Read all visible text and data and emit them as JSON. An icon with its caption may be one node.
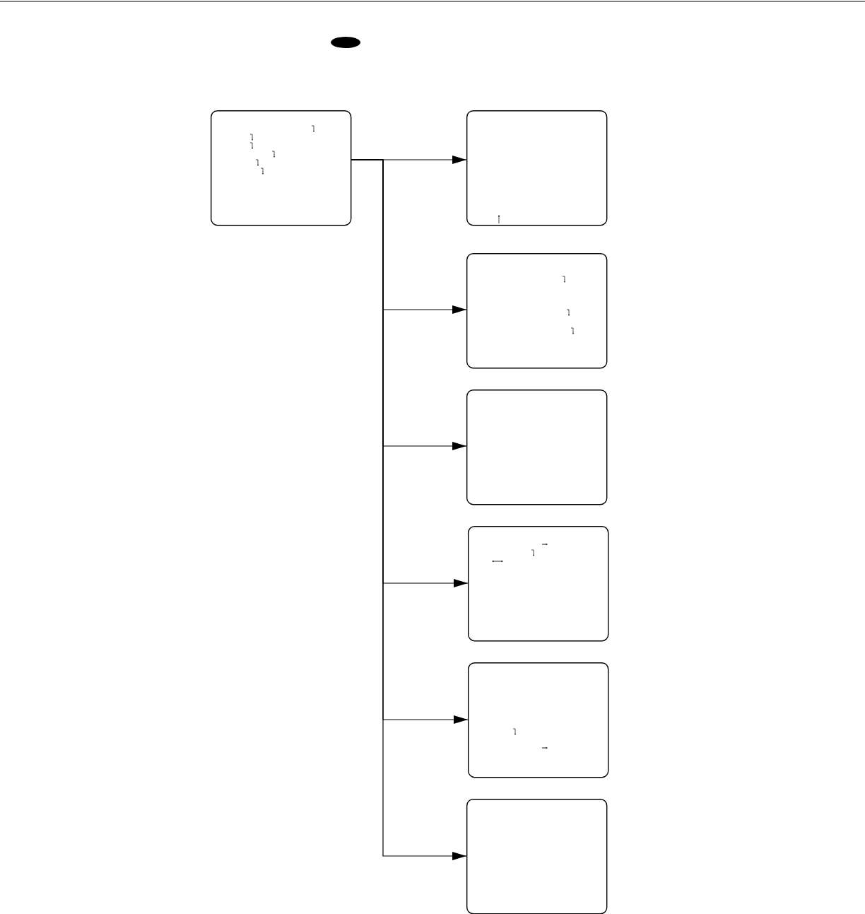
{
  "diagram": {
    "nodes": [
      {
        "text": [],
        "shape": "box"
      },
      {
        "text": [],
        "shape": "box"
      },
      {
        "text": [],
        "shape": "box"
      },
      {
        "text": [],
        "shape": "box"
      },
      {
        "text": [],
        "shape": "box"
      },
      {
        "text": [],
        "shape": "box"
      },
      {
        "text": [],
        "shape": "box"
      }
    ],
    "edges": [
      {
        "from": 0,
        "to": 1,
        "arrow": "to"
      },
      {
        "from": 0,
        "to": 2,
        "arrow": "to"
      },
      {
        "from": 0,
        "to": 3,
        "arrow": "to"
      },
      {
        "from": 0,
        "to": 4,
        "arrow": "to"
      },
      {
        "from": 0,
        "to": 5,
        "arrow": "to"
      },
      {
        "from": 0,
        "to": 6,
        "arrow": "to"
      }
    ]
  }
}
